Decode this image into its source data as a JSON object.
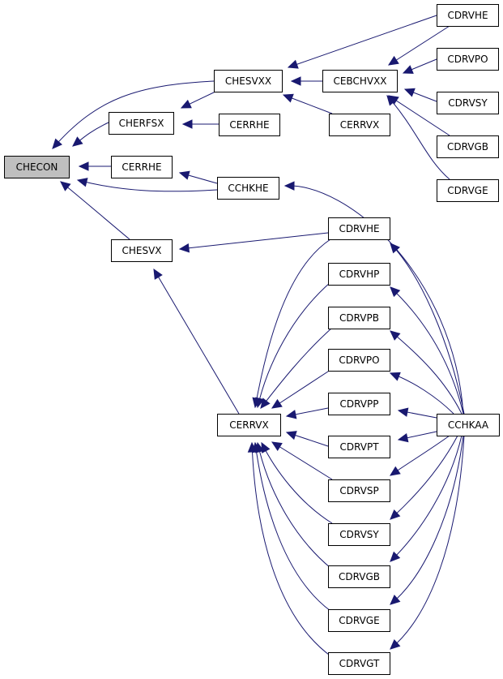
{
  "diagram": {
    "type": "call-graph",
    "edge_color": "#191970",
    "root_fill": "#bfbfbf",
    "nodes": [
      {
        "id": "checon",
        "label": "CHECON",
        "root": true
      },
      {
        "id": "cherfsx",
        "label": "CHERFSX"
      },
      {
        "id": "cerrhe_a",
        "label": "CERRHE"
      },
      {
        "id": "chesvx",
        "label": "CHESVX"
      },
      {
        "id": "chesvxx",
        "label": "CHESVXX"
      },
      {
        "id": "cerrhe_b",
        "label": "CERRHE"
      },
      {
        "id": "cchkhe",
        "label": "CCHKHE"
      },
      {
        "id": "cebchvxx",
        "label": "CEBCHVXX"
      },
      {
        "id": "cerrvx_top",
        "label": "CERRVX"
      },
      {
        "id": "cdrvhe_top",
        "label": "CDRVHE"
      },
      {
        "id": "cdrvpo_top",
        "label": "CDRVPO"
      },
      {
        "id": "cdrvsy_top",
        "label": "CDRVSY"
      },
      {
        "id": "cdrvgb_top",
        "label": "CDRVGB"
      },
      {
        "id": "cdrvge_top",
        "label": "CDRVGE"
      },
      {
        "id": "cerrvx",
        "label": "CERRVX"
      },
      {
        "id": "cdrvhe",
        "label": "CDRVHE"
      },
      {
        "id": "cdrvhp",
        "label": "CDRVHP"
      },
      {
        "id": "cdrvpb",
        "label": "CDRVPB"
      },
      {
        "id": "cdrvpo",
        "label": "CDRVPO"
      },
      {
        "id": "cdrvpp",
        "label": "CDRVPP"
      },
      {
        "id": "cdrvpt",
        "label": "CDRVPT"
      },
      {
        "id": "cdrvsp",
        "label": "CDRVSP"
      },
      {
        "id": "cdrvsy",
        "label": "CDRVSY"
      },
      {
        "id": "cdrvgb",
        "label": "CDRVGB"
      },
      {
        "id": "cdrvge",
        "label": "CDRVGE"
      },
      {
        "id": "cdrvgt",
        "label": "CDRVGT"
      },
      {
        "id": "cchkaa",
        "label": "CCHKAA"
      }
    ],
    "edges": [
      {
        "from": "cherfsx",
        "to": "checon"
      },
      {
        "from": "cerrhe_a",
        "to": "checon"
      },
      {
        "from": "chesvx",
        "to": "checon"
      },
      {
        "from": "chesvxx",
        "to": "checon"
      },
      {
        "from": "cchkhe",
        "to": "checon"
      },
      {
        "from": "chesvxx",
        "to": "cherfsx"
      },
      {
        "from": "cerrhe_b",
        "to": "cherfsx"
      },
      {
        "from": "cchkhe",
        "to": "cerrhe_a"
      },
      {
        "from": "cdrvhe",
        "to": "chesvx"
      },
      {
        "from": "cerrvx",
        "to": "chesvx"
      },
      {
        "from": "cebchvxx",
        "to": "chesvxx"
      },
      {
        "from": "cdrvhe_top",
        "to": "chesvxx"
      },
      {
        "from": "cerrvx_top",
        "to": "chesvxx"
      },
      {
        "from": "cdrvhe_top",
        "to": "cebchvxx"
      },
      {
        "from": "cdrvpo_top",
        "to": "cebchvxx"
      },
      {
        "from": "cdrvsy_top",
        "to": "cebchvxx"
      },
      {
        "from": "cdrvgb_top",
        "to": "cebchvxx"
      },
      {
        "from": "cdrvge_top",
        "to": "cebchvxx"
      },
      {
        "from": "cchkaa",
        "to": "cchkhe"
      },
      {
        "from": "cdrvhe",
        "to": "cerrvx"
      },
      {
        "from": "cdrvhp",
        "to": "cerrvx"
      },
      {
        "from": "cdrvpb",
        "to": "cerrvx"
      },
      {
        "from": "cdrvpo",
        "to": "cerrvx"
      },
      {
        "from": "cdrvpp",
        "to": "cerrvx"
      },
      {
        "from": "cdrvpt",
        "to": "cerrvx"
      },
      {
        "from": "cdrvsp",
        "to": "cerrvx"
      },
      {
        "from": "cdrvsy",
        "to": "cerrvx"
      },
      {
        "from": "cdrvgb",
        "to": "cerrvx"
      },
      {
        "from": "cdrvge",
        "to": "cerrvx"
      },
      {
        "from": "cdrvgt",
        "to": "cerrvx"
      },
      {
        "from": "cchkaa",
        "to": "cdrvhe"
      },
      {
        "from": "cchkaa",
        "to": "cdrvhp"
      },
      {
        "from": "cchkaa",
        "to": "cdrvpb"
      },
      {
        "from": "cchkaa",
        "to": "cdrvpo"
      },
      {
        "from": "cchkaa",
        "to": "cdrvpp"
      },
      {
        "from": "cchkaa",
        "to": "cdrvpt"
      },
      {
        "from": "cchkaa",
        "to": "cdrvsp"
      },
      {
        "from": "cchkaa",
        "to": "cdrvsy"
      },
      {
        "from": "cchkaa",
        "to": "cdrvgb"
      },
      {
        "from": "cchkaa",
        "to": "cdrvge"
      },
      {
        "from": "cchkaa",
        "to": "cdrvgt"
      }
    ]
  }
}
